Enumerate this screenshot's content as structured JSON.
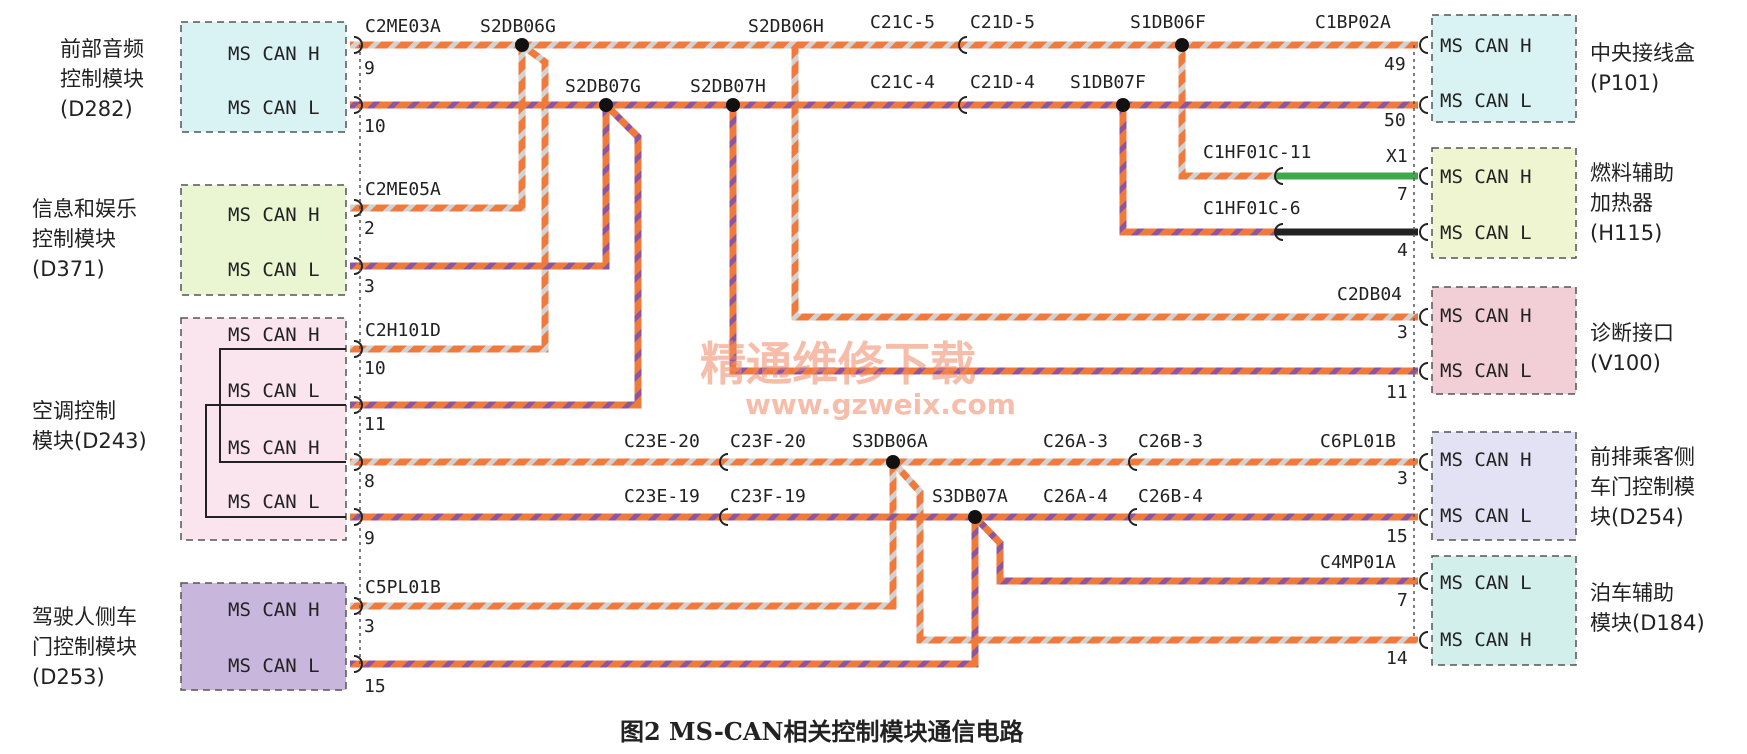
{
  "caption": "图2    MS-CAN相关控制模块通信电路",
  "watermark": {
    "line1": "精通维修下载",
    "line2": "www.gzweix.com"
  },
  "colors": {
    "orange": "#f07a3c",
    "stripe_gray": "#c8c8c8",
    "stripe_purple": "#8b55a0",
    "green": "#3fa84a",
    "black": "#222222"
  },
  "modules": {
    "front_audio": {
      "name_lines": [
        "前部音频",
        "控制模块",
        "(D282)"
      ],
      "pins": [
        "MS CAN H",
        "MS CAN L"
      ],
      "pin_nums": [
        "9",
        "10"
      ],
      "color": "#d9f2f4"
    },
    "infotainment": {
      "name_lines": [
        "信息和娱乐",
        "控制模块",
        "(D371)"
      ],
      "pins": [
        "MS CAN H",
        "MS CAN L"
      ],
      "pin_nums": [
        "2",
        "3"
      ],
      "color": "#eaf5d2"
    },
    "hvac": {
      "name_lines": [
        "空调控制",
        "模块(D243)"
      ],
      "pins": [
        "MS CAN H",
        "MS CAN L",
        "MS CAN H",
        "MS CAN L"
      ],
      "pin_nums": [
        "10",
        "11",
        "8",
        "9"
      ],
      "color": "#fae4ee"
    },
    "driver_door": {
      "name_lines": [
        "驾驶人侧车",
        "门控制模块",
        "(D253)"
      ],
      "pins": [
        "MS CAN H",
        "MS CAN L"
      ],
      "pin_nums": [
        "3",
        "15"
      ],
      "color": "#c9b6dc"
    },
    "central_junction": {
      "name_lines": [
        "中央接线盒",
        "(P101)"
      ],
      "pins": [
        "MS CAN H",
        "MS CAN L"
      ],
      "pin_nums": [
        "49",
        "50"
      ],
      "color": "#d9f2f4"
    },
    "fuel_heater": {
      "name_lines": [
        "燃料辅助",
        "加热器",
        "(H115)"
      ],
      "pins": [
        "MS CAN H",
        "MS CAN L"
      ],
      "pin_nums": [
        "7",
        "4"
      ],
      "connector": "X1",
      "color": "#eff5d0"
    },
    "diag": {
      "name_lines": [
        "诊断接口",
        "(V100)"
      ],
      "pins": [
        "MS CAN H",
        "MS CAN L"
      ],
      "pin_nums": [
        "3",
        "11"
      ],
      "color": "#f2cfd6"
    },
    "passenger_door": {
      "name_lines": [
        "前排乘客侧",
        "车门控制模",
        "块(D254)"
      ],
      "pins": [
        "MS CAN H",
        "MS CAN L"
      ],
      "pin_nums": [
        "3",
        "15"
      ],
      "color": "#e2e2f4"
    },
    "park_assist": {
      "name_lines": [
        "泊车辅助",
        "模块(D184)"
      ],
      "pins": [
        "MS CAN L",
        "MS CAN H"
      ],
      "pin_nums": [
        "7",
        "14"
      ],
      "color": "#d3efec"
    }
  },
  "labels": {
    "c2me03a": "C2ME03A",
    "s2db06g": "S2DB06G",
    "s2db06h": "S2DB06H",
    "c21c5": "C21C-5",
    "c21d5": "C21D-5",
    "s1db06f": "S1DB06F",
    "c1bp02a": "C1BP02A",
    "s2db07g": "S2DB07G",
    "s2db07h": "S2DB07H",
    "c21c4": "C21C-4",
    "c21d4": "C21D-4",
    "s1db07f": "S1DB07F",
    "c2me05a": "C2ME05A",
    "c1hf01c11": "C1HF01C-11",
    "c1hf01c6": "C1HF01C-6",
    "c2db04": "C2DB04",
    "c2h101d": "C2H101D",
    "c23e20": "C23E-20",
    "c23f20": "C23F-20",
    "s3db06a": "S3DB06A",
    "c26a3": "C26A-3",
    "c26b3": "C26B-3",
    "c6pl01b": "C6PL01B",
    "c23e19": "C23E-19",
    "c23f19": "C23F-19",
    "s3db07a": "S3DB07A",
    "c26a4": "C26A-4",
    "c26b4": "C26B-4",
    "c4mp01a": "C4MP01A",
    "c5pl01b": "C5PL01B"
  }
}
